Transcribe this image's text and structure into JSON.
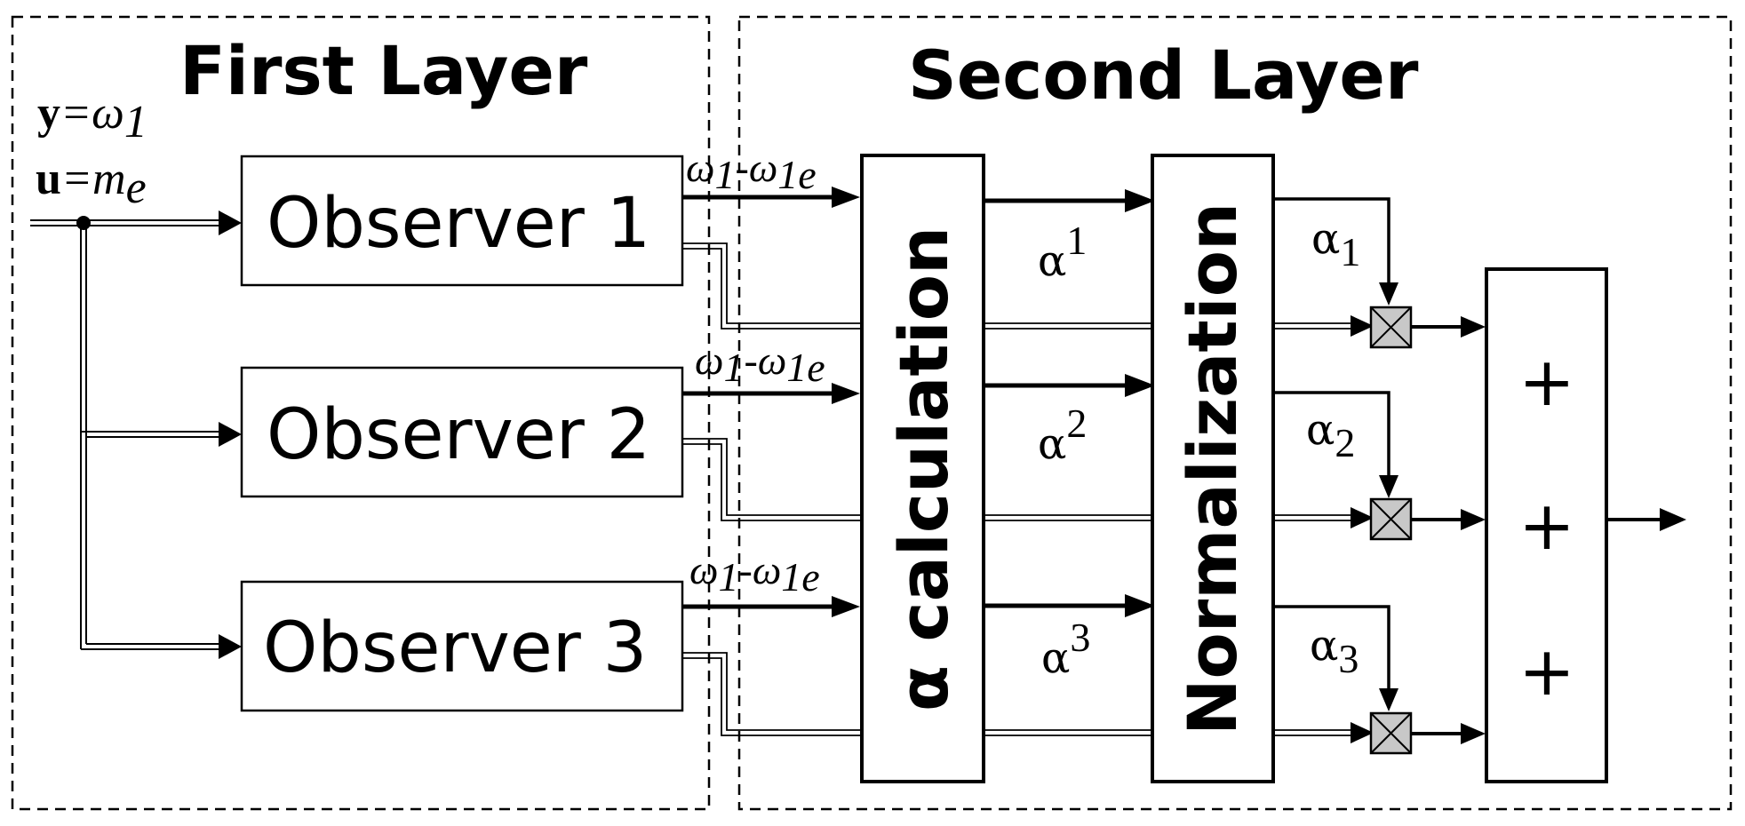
{
  "layers": {
    "first_title": "First Layer",
    "second_title": "Second Layer"
  },
  "inputs": {
    "y_var": "y",
    "y_eq": "=",
    "y_val": "ω",
    "y_sub": "1",
    "u_var": "u",
    "u_eq": "=",
    "u_val": "m",
    "u_sub": "e"
  },
  "observers": [
    {
      "label": "Observer 1",
      "error_a": "ω",
      "error_a_sub": "1",
      "error_sep": "-",
      "error_b": "ω",
      "error_b_sub": "1e"
    },
    {
      "label": "Observer 2",
      "error_a": "ω",
      "error_a_sub": "1",
      "error_sep": "-",
      "error_b": "ω",
      "error_b_sub": "1e"
    },
    {
      "label": "Observer 3",
      "error_a": "ω",
      "error_a_sub": "1",
      "error_sep": "-",
      "error_b": "ω",
      "error_b_sub": "1e"
    }
  ],
  "blocks": {
    "alpha_calc": "α calculation",
    "normalization": "Normalization",
    "summer_signs": [
      "+",
      "+",
      "+"
    ]
  },
  "alpha_raw": [
    {
      "base": "α",
      "sup": "1"
    },
    {
      "base": "α",
      "sup": "2"
    },
    {
      "base": "α",
      "sup": "3"
    }
  ],
  "alpha_norm": [
    {
      "base": "α",
      "sub": "1"
    },
    {
      "base": "α",
      "sub": "2"
    },
    {
      "base": "α",
      "sub": "3"
    }
  ],
  "colors": {
    "line": "#000000",
    "multiplier_fill": "#c8c8c8",
    "background": "#ffffff"
  }
}
